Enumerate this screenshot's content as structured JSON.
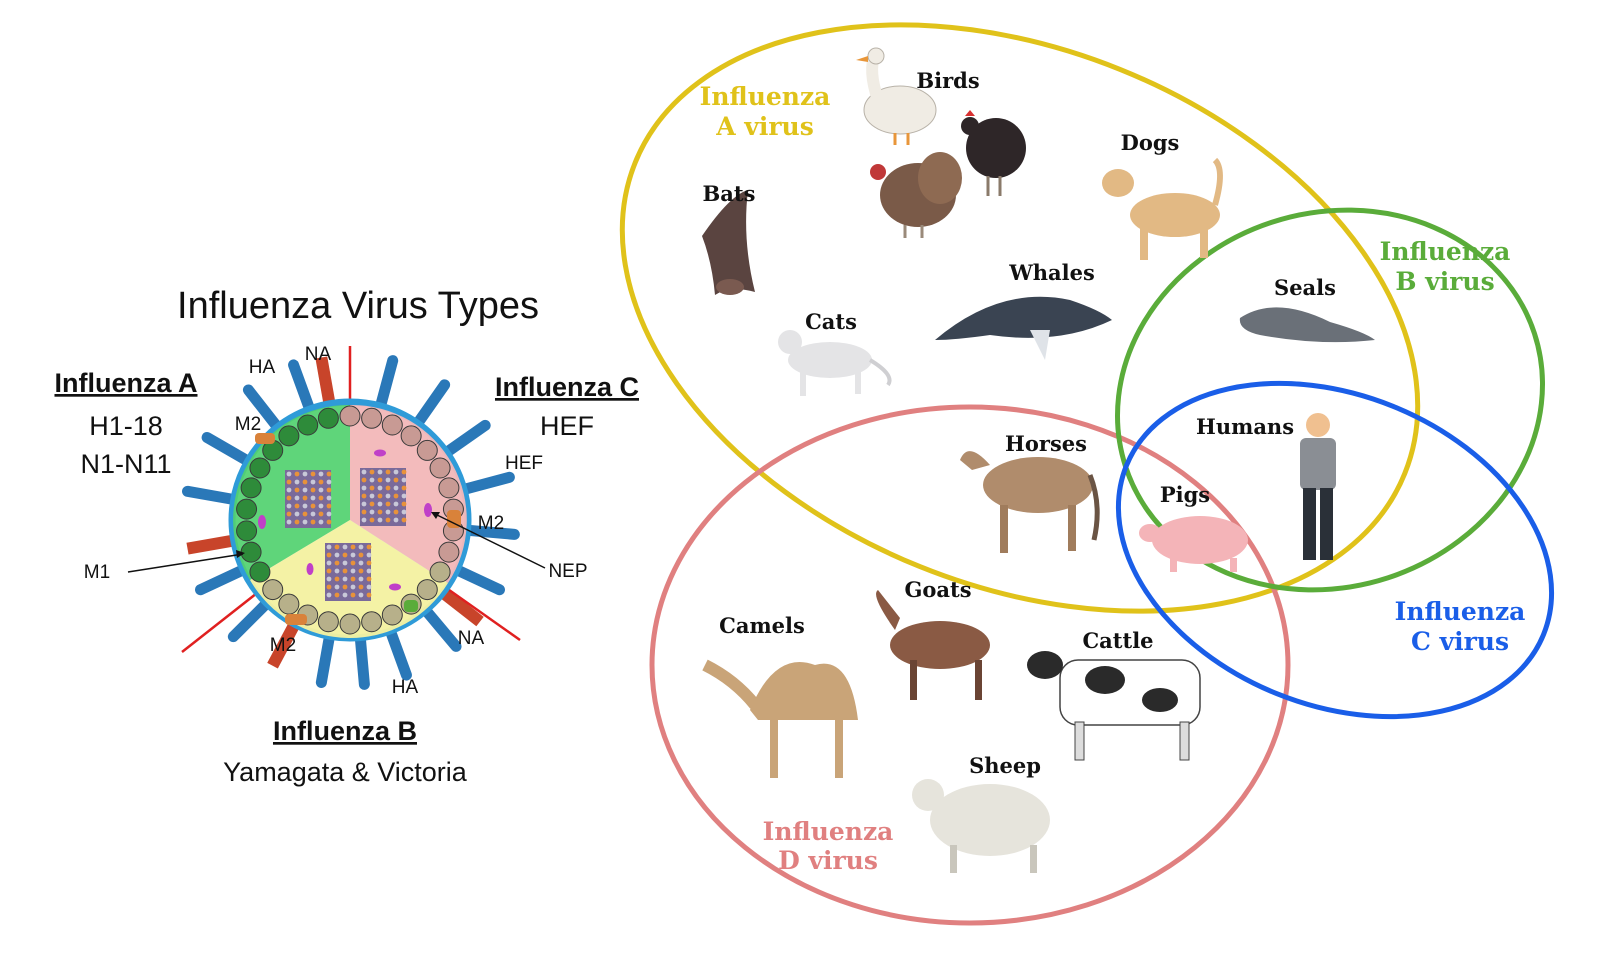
{
  "virus_panel": {
    "title": "Influenza Virus Types",
    "type_a": {
      "heading": "Influenza A",
      "line1": "H1-18",
      "line2": "N1-N11"
    },
    "type_b": {
      "heading": "Influenza B",
      "line1": "Yamagata & Victoria"
    },
    "type_c": {
      "heading": "Influenza C",
      "line1": "HEF"
    },
    "labels": {
      "ha_top": "HA",
      "na_top": "NA",
      "m2_a": "M2",
      "hef": "HEF",
      "m2_c": "M2",
      "m1": "M1",
      "nep": "NEP",
      "m2_b": "M2",
      "na_bottom": "NA",
      "ha_bottom": "HA"
    },
    "colors": {
      "envelope": "#2f9bd8",
      "ha": "#2a78b8",
      "na": "#c8442a",
      "m1_a": "#2e8b3a",
      "m2": "#d9823a",
      "c_segment_fill": "#f5b0b0",
      "a_segment_fill": "#54d36b",
      "b_segment_fill": "#f7f2a0",
      "m1_b": "#b7b08a",
      "m1_c": "#c89a94",
      "divider": "#e02020",
      "nep": "#c040c8"
    }
  },
  "host_panel": {
    "groups": {
      "a": {
        "line1": "Influenza",
        "line2": "A virus",
        "color": "#e0c21a"
      },
      "b": {
        "line1": "Influenza",
        "line2": "B virus",
        "color": "#5aac3a"
      },
      "c": {
        "line1": "Influenza",
        "line2": "C virus",
        "color": "#1a5ee8"
      },
      "d": {
        "line1": "Influenza",
        "line2": "D virus",
        "color": "#e08080"
      }
    },
    "animals": {
      "birds": "Birds",
      "bats": "Bats",
      "dogs": "Dogs",
      "whales": "Whales",
      "cats": "Cats",
      "seals": "Seals",
      "humans": "Humans",
      "horses": "Horses",
      "pigs": "Pigs",
      "camels": "Camels",
      "goats": "Goats",
      "cattle": "Cattle",
      "sheep": "Sheep"
    }
  }
}
